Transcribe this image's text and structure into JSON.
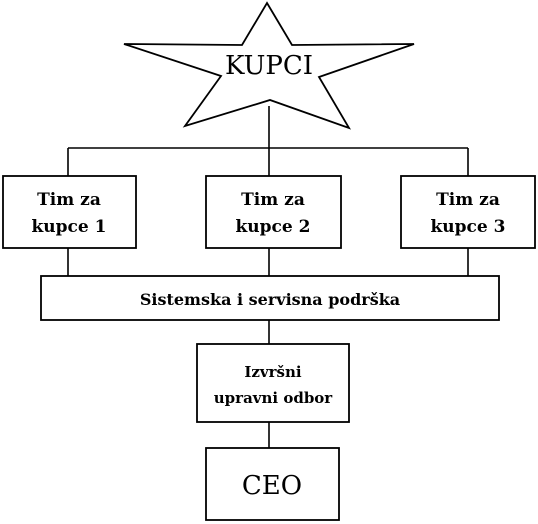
{
  "star_label": "KUPCI",
  "teams": [
    {
      "line1": "Tim za",
      "line2": "kupce 1"
    },
    {
      "line1": "Tim za",
      "line2": "kupce 2"
    },
    {
      "line1": "Tim za",
      "line2": "kupce 3"
    }
  ],
  "support_label": "Sistemska i servisna podrška",
  "board": {
    "line1": "Izvršni",
    "line2": "upravni odbor"
  },
  "ceo_label": "CEO"
}
